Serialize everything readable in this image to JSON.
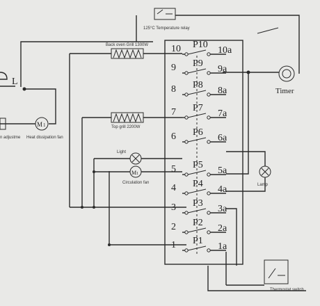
{
  "labels": {
    "temp_relay": "125°C Temperature relay",
    "back_coil": "Back oven Grill 1300W",
    "top_grill": "Top grill 2200W",
    "light": "Light",
    "circulation_fan": "Circulation fan",
    "cooling_fan": "Heat dissipation fan",
    "lamp": "Lamp",
    "timer": "Timer",
    "thermostat": "Thermostat switch",
    "line": "L",
    "motor": "M",
    "motor_num": "1",
    "left_fragment": "n adjustme"
  },
  "contacts": [
    {
      "num": "10",
      "p": "P10",
      "out": "10a"
    },
    {
      "num": "9",
      "p": "P9",
      "out": "9a"
    },
    {
      "num": "8",
      "p": "P8",
      "out": "8a"
    },
    {
      "num": "7",
      "p": "P7",
      "out": "7a"
    },
    {
      "num": "6",
      "p": "P6",
      "out": "6a"
    },
    {
      "num": "5",
      "p": "P5",
      "out": "5a"
    },
    {
      "num": "4",
      "p": "P4",
      "out": "4a"
    },
    {
      "num": "3",
      "p": "P3",
      "out": "3a"
    },
    {
      "num": "2",
      "p": "P2",
      "out": "2a"
    },
    {
      "num": "1",
      "p": "P1",
      "out": "1a"
    }
  ]
}
